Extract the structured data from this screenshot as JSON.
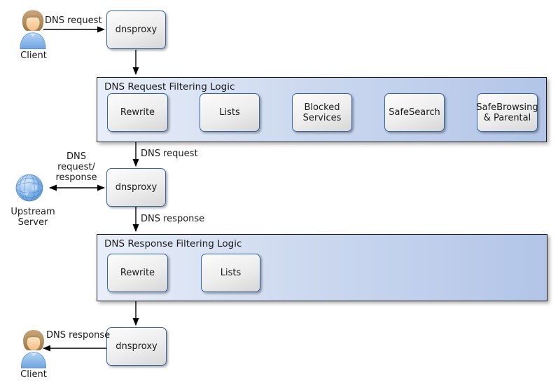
{
  "actors": {
    "client_top": {
      "label": "Client"
    },
    "upstream_server": {
      "label_lines": [
        "Upstream",
        "Server"
      ]
    },
    "client_bottom": {
      "label": "Client"
    }
  },
  "proxies": {
    "top": {
      "label": "dnsproxy"
    },
    "middle": {
      "label": "dnsproxy"
    },
    "bottom": {
      "label": "dnsproxy"
    }
  },
  "request_pipeline": {
    "title": "DNS Request Filtering Logic",
    "steps": [
      "Rewrite",
      "Lists",
      "Blocked Services",
      "SafeSearch",
      "SafeBrowsing & Parental"
    ]
  },
  "response_pipeline": {
    "title": "DNS Response Filtering Logic",
    "steps": [
      "Rewrite",
      "Lists"
    ]
  },
  "edge_labels": {
    "client_to_proxy": "DNS request",
    "pipeline_to_proxy": "DNS request",
    "upstream_lines": [
      "DNS",
      "request/",
      "response"
    ],
    "proxy_to_response_pipeline": "DNS response",
    "proxy_to_client": "DNS response"
  },
  "colors": {
    "node_border": "#3465a4",
    "container_border": "#1a1a1a",
    "container_fill_left": "#e9eff9",
    "container_fill_right": "#b2c5e8",
    "arrow": "#000000",
    "background": "#ffffff"
  }
}
